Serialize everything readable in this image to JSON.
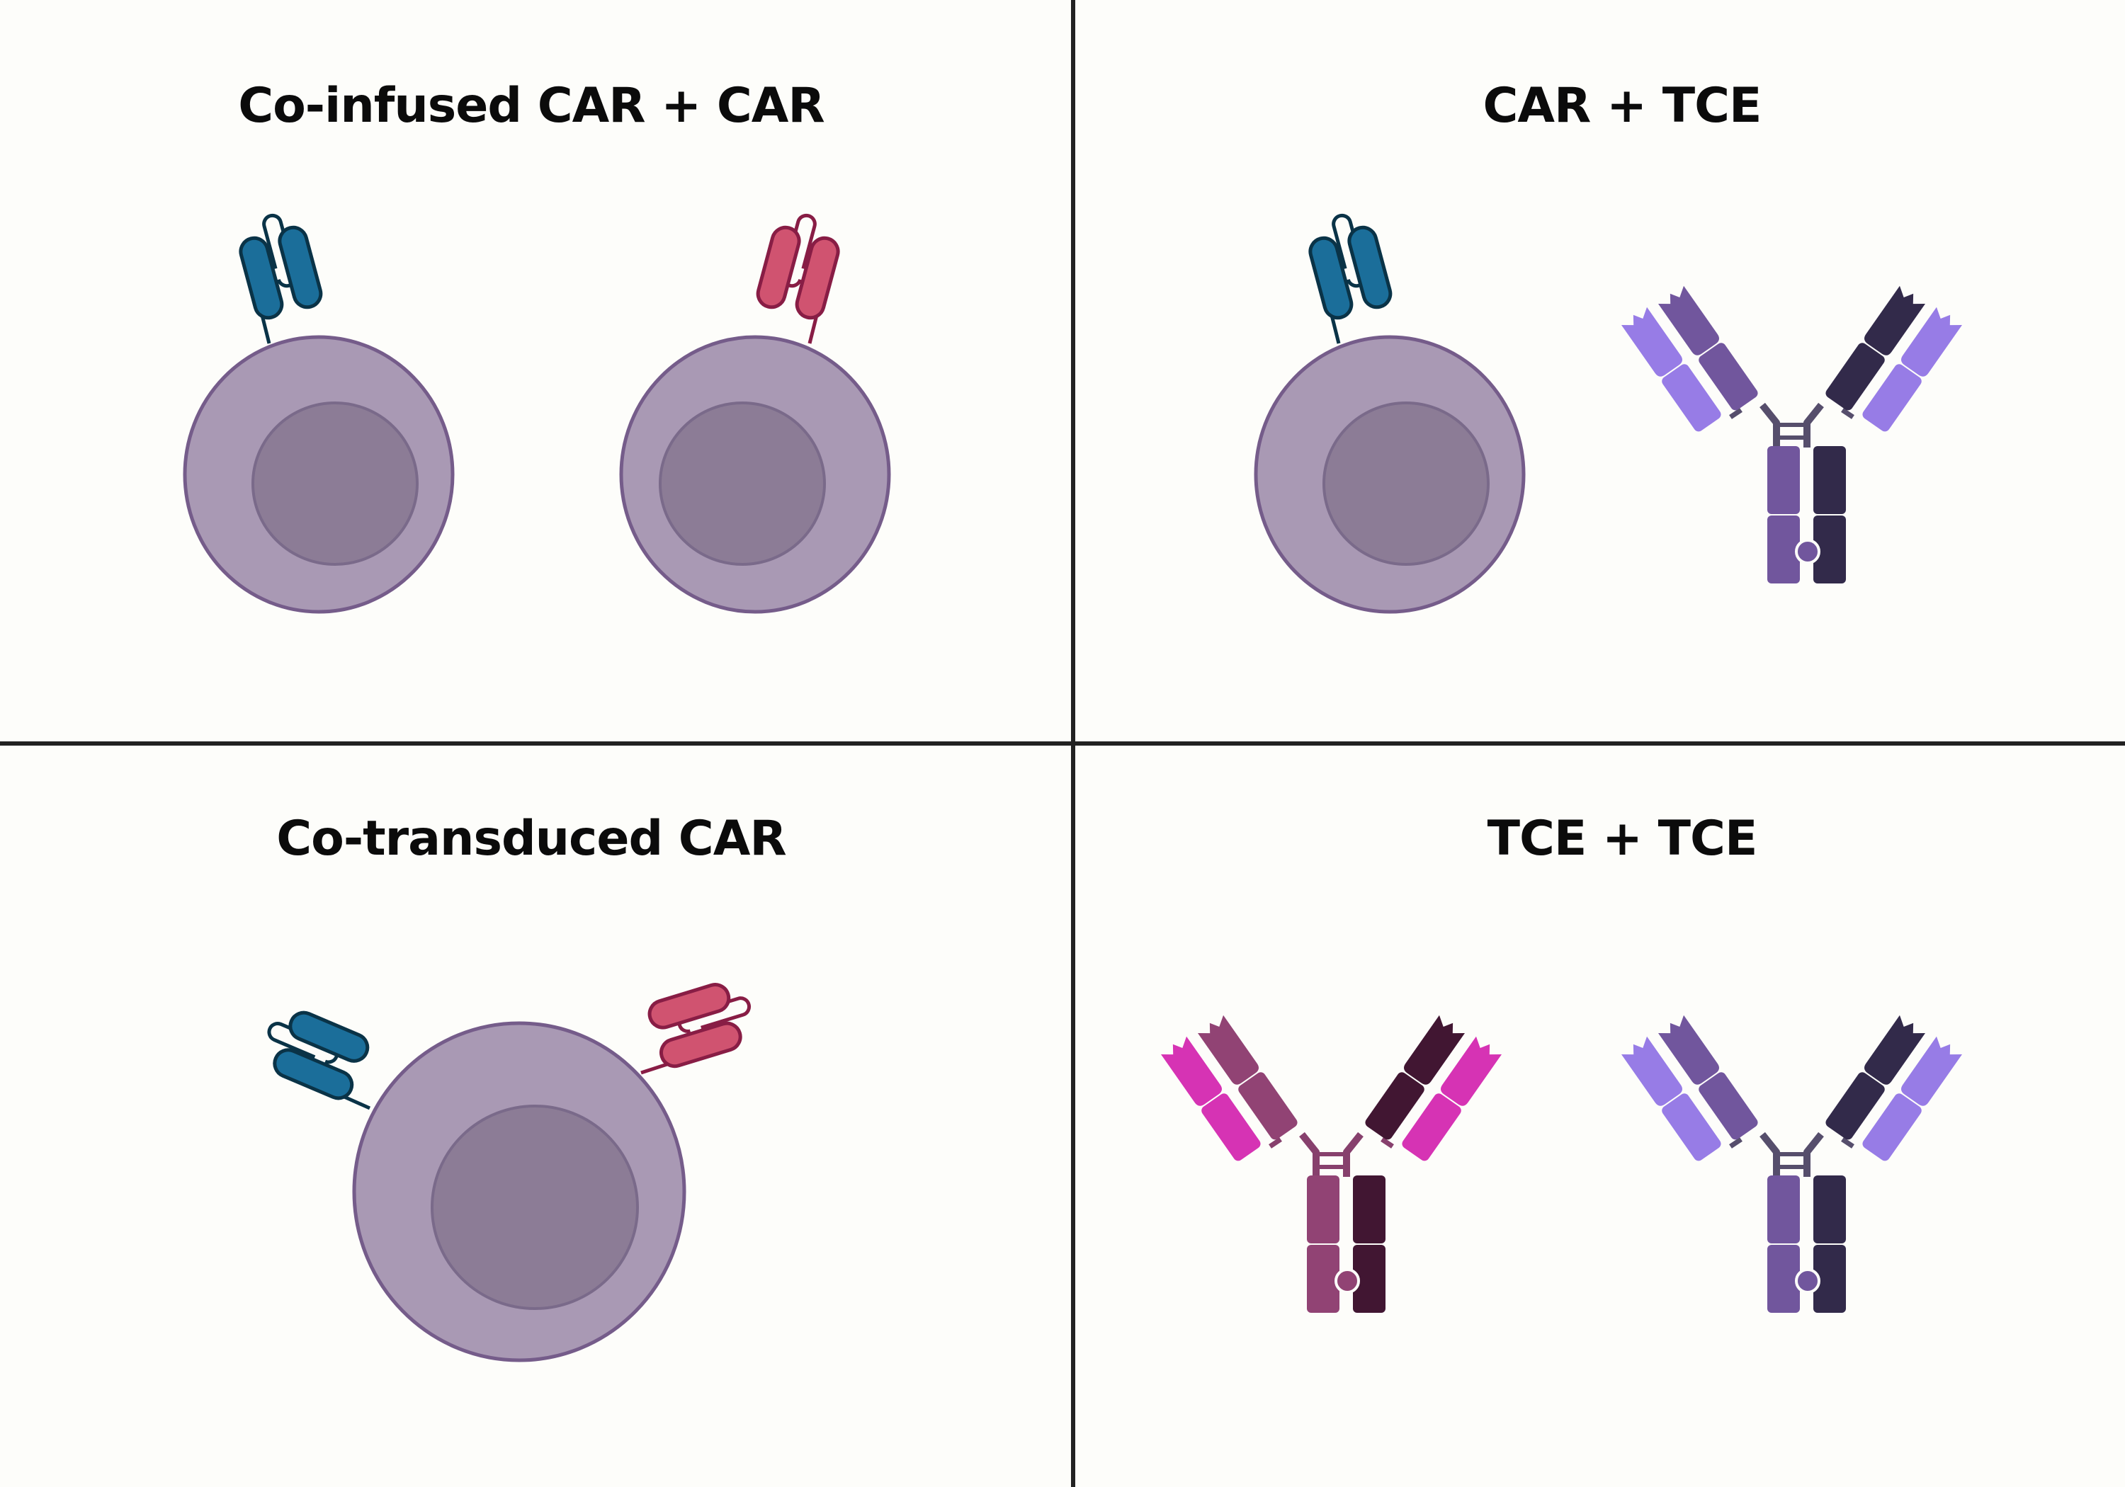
{
  "panels": [
    {
      "title": "Co-infused CAR + CAR",
      "items": [
        "blue-car-t-cell",
        "red-car-t-cell"
      ]
    },
    {
      "title": "CAR + TCE",
      "items": [
        "blue-car-t-cell",
        "purple-tce-antibody"
      ]
    },
    {
      "title": "Co-transduced CAR",
      "items": [
        "dual-car-t-cell"
      ]
    },
    {
      "title": "TCE + TCE",
      "items": [
        "magenta-tce-antibody",
        "purple-tce-antibody"
      ]
    }
  ],
  "colors": {
    "background": "#fdfdfa",
    "divider": "#222222",
    "cell_fill": "#a999b4",
    "cell_stroke": "#755c8a",
    "nucleus_fill": "#8c7c96",
    "nucleus_stroke": "#7a6a8a",
    "car_blue_fill": "#1b6e9a",
    "car_blue_stroke": "#0a3347",
    "car_red_fill": "#d05370",
    "car_red_stroke": "#881d45",
    "tce_purple_light": "#977ce6",
    "tce_purple_mid": "#71569d",
    "tce_purple_dark": "#322a4a",
    "tce_purple_hinge": "#564e6c",
    "tce_magenta_light": "#d633b4",
    "tce_magenta_mid": "#914374",
    "tce_magenta_dark": "#411632",
    "tce_magenta_hinge": "#87406d"
  }
}
